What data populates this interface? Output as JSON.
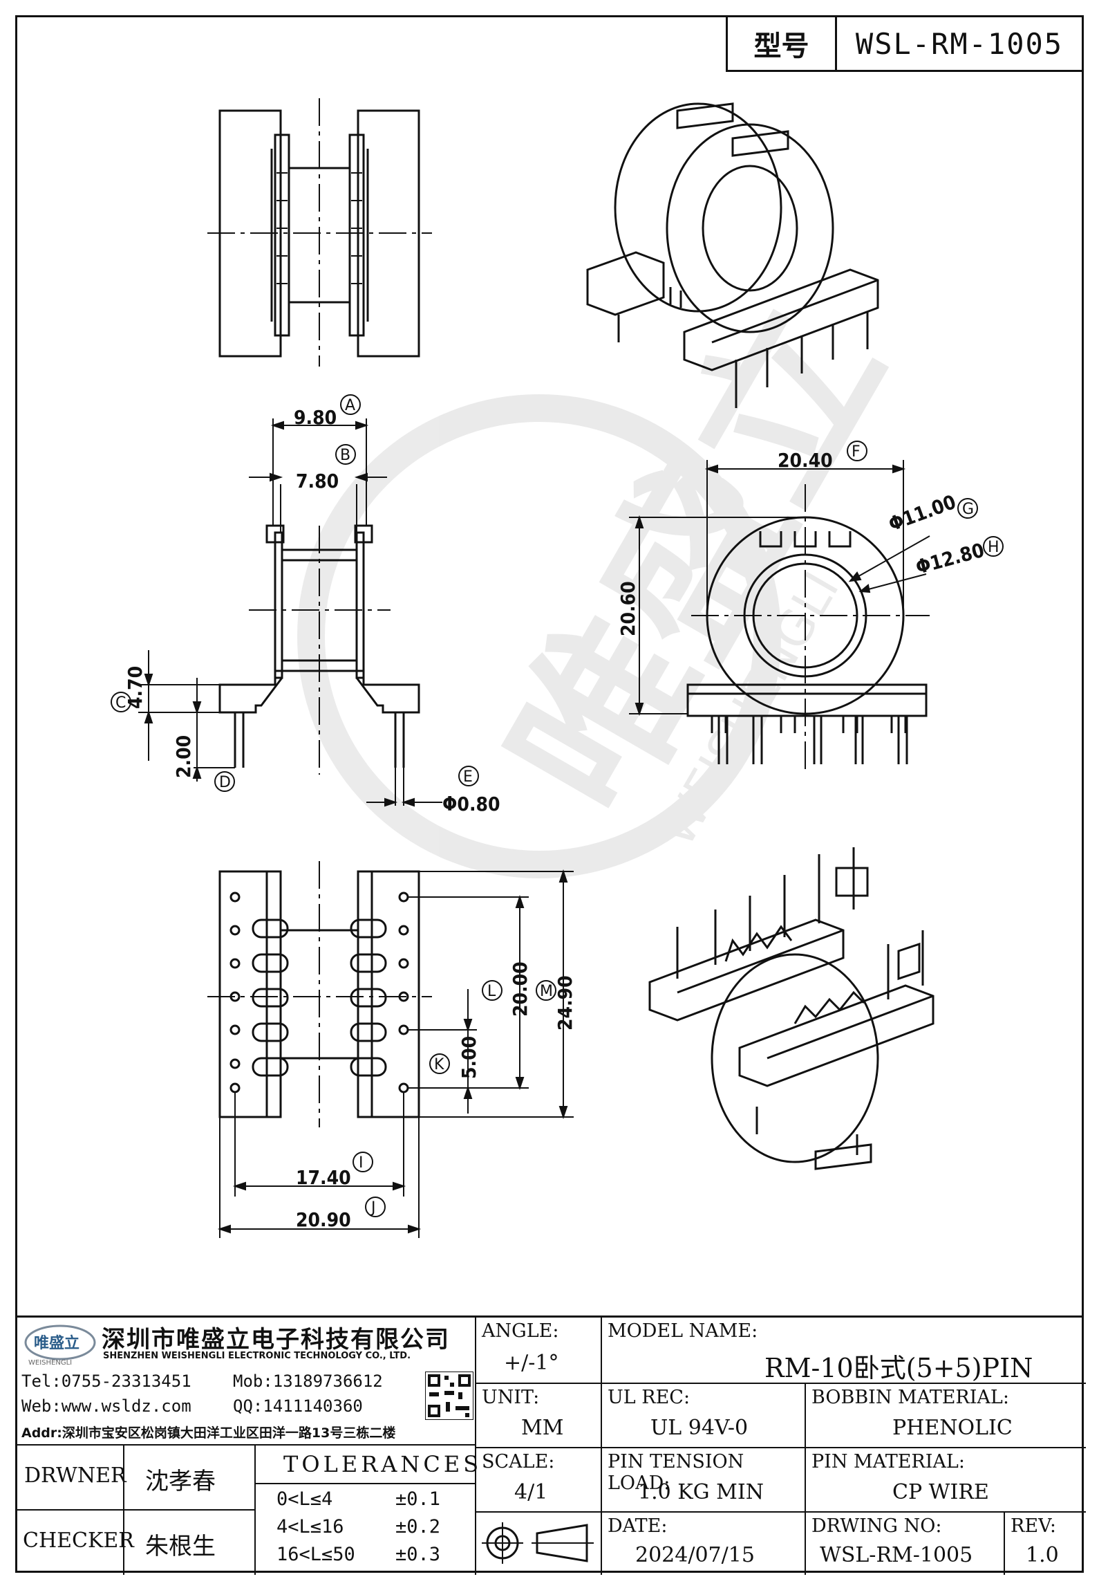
{
  "model_box": {
    "label": "型号",
    "value": "WSL-RM-1005"
  },
  "dimensions": {
    "A": "9.80",
    "B": "7.80",
    "C": "4.70",
    "D": "2.00",
    "E": "Φ0.80",
    "F": "20.40",
    "G": "Φ11.00",
    "H": "Φ12.80",
    "height": "20.60",
    "L": "20.00",
    "M": "24.90",
    "K": "5.00",
    "I": "17.40",
    "J": "20.90"
  },
  "callouts": [
    "A",
    "B",
    "C",
    "D",
    "E",
    "F",
    "G",
    "H",
    "I",
    "J",
    "K",
    "L",
    "M"
  ],
  "company": {
    "logo_text": "唯盛立",
    "logo_sub": "WEISHENGLI",
    "name_cn": "深圳市唯盛立电子科技有限公司",
    "name_en": "SHENZHEN WEISHENGLI ELECTRONIC TECHNOLOGY CO., LTD.",
    "tel": "Tel:0755-23313451",
    "mob": "Mob:13189736612",
    "web": "Web:www.wsldz.com",
    "qq": "QQ:1411140360",
    "addr": "Addr:深圳市宝安区松岗镇大田洋工业区田洋一路13号三栋二楼"
  },
  "watermark": {
    "cn": "唯盛立",
    "en": "WEISHENGLI"
  },
  "title_block": {
    "angle_label": "ANGLE:",
    "angle_value": "+/-1°",
    "model_name_label": "MODEL NAME:",
    "model_name_value": "RM-10卧式(5+5)PIN",
    "unit_label": "UNIT:",
    "unit_value": "MM",
    "ul_rec_label": "UL REC:",
    "ul_rec_value": "UL 94V-0",
    "bobbin_label": "BOBBIN MATERIAL:",
    "bobbin_value": "PHENOLIC",
    "scale_label": "SCALE:",
    "scale_value": "4/1",
    "pin_tension_label": "PIN TENSION LOAD:",
    "pin_tension_value": "1.0 KG MIN",
    "pin_material_label": "PIN MATERIAL:",
    "pin_material_value": "CP WIRE",
    "date_label": "DATE:",
    "date_value": "2024/07/15",
    "drwing_no_label": "DRWING NO:",
    "drwing_no_value": "WSL-RM-1005",
    "rev_label": "REV:",
    "rev_value": "1.0",
    "drwner_label": "DRWNER",
    "drwner_value": "沈孝春",
    "checker_label": "CHECKER",
    "checker_value": "朱根生",
    "tolerances_label": "TOLERANCES",
    "tolerances": [
      {
        "range": "0<L≤4",
        "value": "±0.1"
      },
      {
        "range": "4<L≤16",
        "value": "±0.2"
      },
      {
        "range": "16<L≤50",
        "value": "±0.3"
      }
    ]
  }
}
